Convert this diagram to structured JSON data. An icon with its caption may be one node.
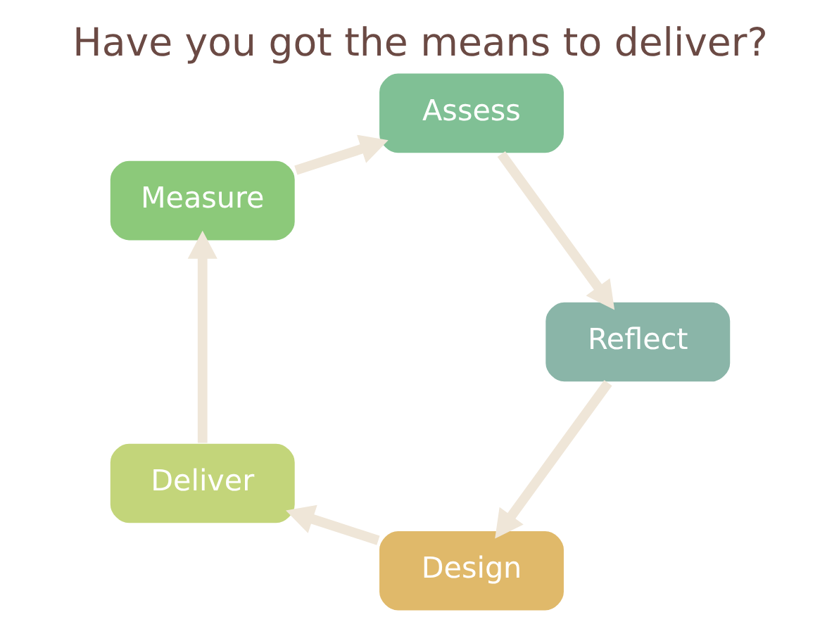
{
  "diagram": {
    "title": "Have you got the means to deliver?",
    "nodes": [
      {
        "text": [
          "Design"
        ]
      },
      {
        "text": [
          "Deliver"
        ]
      },
      {
        "text": [
          "Measure"
        ]
      },
      {
        "text": [
          "Assess"
        ]
      },
      {
        "text": [
          "Reflect"
        ]
      }
    ],
    "edges": [
      {
        "from": 0,
        "to": 1,
        "arrow": "to"
      },
      {
        "from": 1,
        "to": 2,
        "arrow": "to"
      },
      {
        "from": 2,
        "to": 3,
        "arrow": "to"
      },
      {
        "from": 3,
        "to": 4,
        "arrow": "to"
      },
      {
        "from": 4,
        "to": 0,
        "arrow": "to"
      }
    ]
  }
}
